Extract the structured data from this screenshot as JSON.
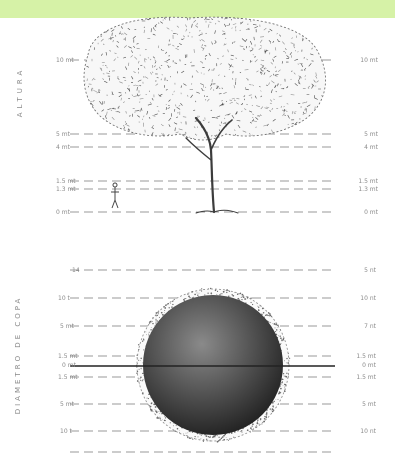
{
  "colors": {
    "top_band": "#d6f2a7",
    "line": "#9a9a9a",
    "text": "#8a8a8a",
    "canopy_fill": "#f7f7f7",
    "canopy_speckle": "#4a4a4a",
    "sphere_light": "#8a8a8a",
    "sphere_dark": "#1e1e1e"
  },
  "top_panel": {
    "vertical_label": "ALTURA",
    "levels_left": [
      "10 mt",
      "5 mt",
      "4 mt",
      "1.5 mt",
      "1.3 mt",
      "0 mt"
    ],
    "levels_right": [
      "10 mt",
      "5 mt",
      "4 mt",
      "1.5 mt",
      "1.3 mt",
      "0 mt"
    ]
  },
  "bottom_panel": {
    "vertical_label": "DIAMETRO DE COPA",
    "levels_left": [
      "14",
      "10 t",
      "5 mt",
      "1.5 mt",
      "0 mt",
      "1.5 mt",
      "5 mt",
      "10 t",
      ""
    ],
    "levels_right": [
      "5 nt",
      "10 nt",
      "7 nt",
      "1.5 mt",
      "0 mt",
      "1.5 mt",
      "5 mt",
      "10 nt",
      ""
    ]
  }
}
